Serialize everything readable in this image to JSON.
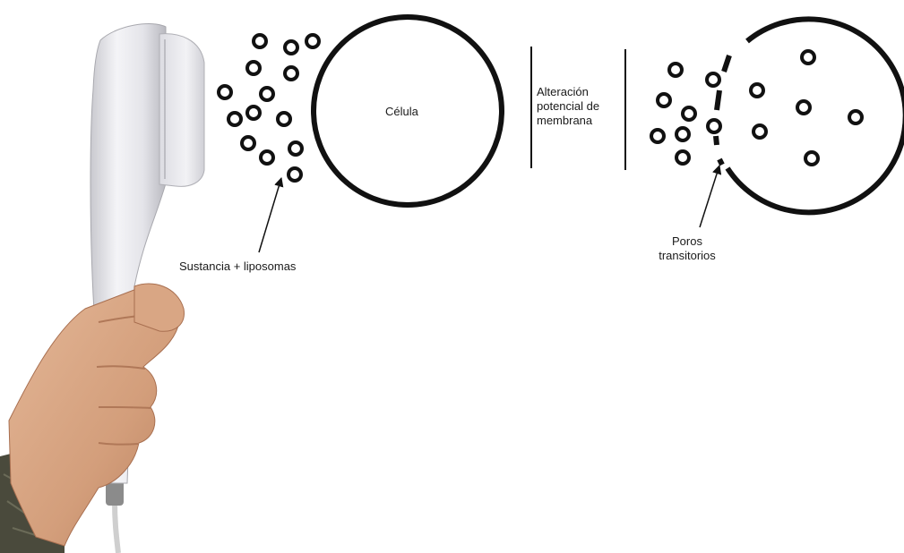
{
  "labels": {
    "cell": "Célula",
    "alteration_line1": "Alteración",
    "alteration_line2": "potencial de",
    "alteration_line3": "membrana",
    "substance": "Sustancia + liposomas",
    "pores_line1": "Poros",
    "pores_line2": "transitorios"
  },
  "icons": [
    "hand-holding-device-icon",
    "liposome-icon",
    "arrow-icon"
  ],
  "colors": {
    "ink": "#111111",
    "device_body": "#ececf0",
    "skin": "#d9a684",
    "sleeve": "#4a4a3c"
  }
}
